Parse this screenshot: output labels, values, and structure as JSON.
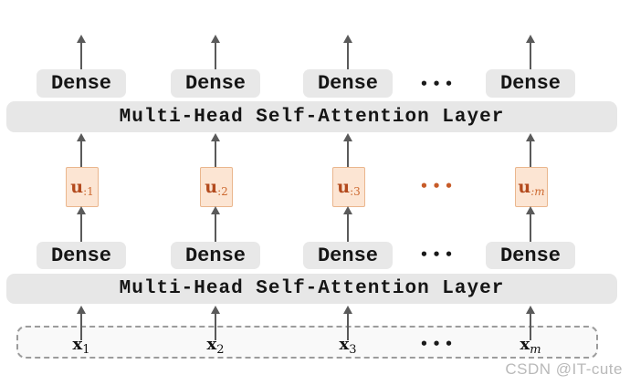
{
  "diagram": {
    "dense_label": "Dense",
    "attention_label": "Multi-Head Self-Attention Layer",
    "dots": "•••",
    "u_base": "u",
    "u_subs": [
      ":1",
      ":2",
      ":3",
      ":m"
    ],
    "x_base": "x",
    "x_subs": [
      "1",
      "2",
      "3",
      "m"
    ],
    "colors": {
      "box_gray": "#e8e8e8",
      "arrow_gray": "#5a5a5a",
      "u_fill": "#fce5d3",
      "u_border": "#eab68d",
      "u_text": "#b34a1d",
      "orange_accent": "#c75b28",
      "dashed_border": "#9c9c9c",
      "dashed_fill": "#f9f9f9"
    }
  },
  "watermark": "CSDN @IT-cute"
}
